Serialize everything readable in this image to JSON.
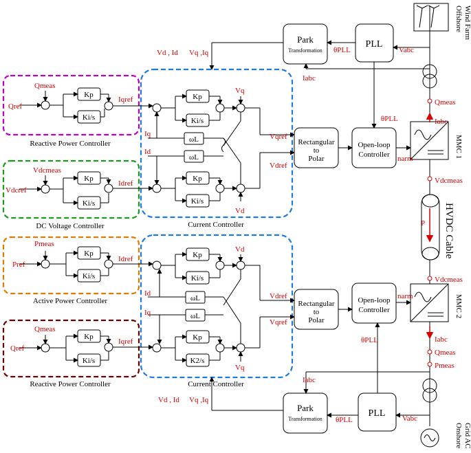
{
  "colors": {
    "magenta": "#c000c0",
    "green": "#1a9a1a",
    "orange": "#e07b00",
    "maroon": "#6b0000",
    "blue": "#1f7ae0",
    "signal_red": "#d60000"
  },
  "top_ctrl": {
    "reactive": {
      "title": "Reactive Power Controller",
      "ref": "Qref",
      "meas": "Qmeas",
      "out": "Iqref"
    },
    "dc": {
      "title": "DC Voltage Controller",
      "ref": "Vdcref",
      "meas": "Vdcmeas",
      "out": "Idref"
    },
    "current": {
      "title": "Current Controller"
    }
  },
  "bottom_ctrl": {
    "active": {
      "title": "Active Power Controller",
      "ref": "Pref",
      "meas": "Pmeas",
      "out": "Idref"
    },
    "reactive": {
      "title": "Reactive Power Controller",
      "ref": "Qref",
      "meas": "Qmeas",
      "out": "Iqref"
    },
    "current": {
      "title": "Current Controller"
    }
  },
  "blocks": {
    "kp": "Kp",
    "ki_s": "Ki/s",
    "ki_s_alt": "K2/s",
    "wl": "ωL",
    "park": "Park",
    "park_sub": "Transformation",
    "pll": "PLL",
    "rect_polar": [
      "Rectangular",
      "to",
      "Polar"
    ],
    "open_loop": [
      "Open-loop",
      "Controller"
    ]
  },
  "signals": {
    "vd_id": "Vd , Id",
    "vq_iq": "Vq ,Iq",
    "theta_pll": "θPLL",
    "vabc": "Vabc",
    "iabc": "Iabc",
    "iq": "Iq",
    "id": "Id",
    "vq": "Vq",
    "vd": "Vd",
    "vqref": "Vqref",
    "vdref": "Vdref",
    "narm": "narm",
    "qmeas": "Qmeas",
    "pmeas": "Pmeas",
    "vdcmeas": "Vdcmeas",
    "p": "P"
  },
  "side": {
    "offshore": [
      "Offshore",
      "Wind Farm"
    ],
    "onshore": [
      "Onshore",
      "Grid AC"
    ],
    "mmc1": "MMC 1",
    "mmc2": "MMC 2",
    "hvdc": "HVDC Cable"
  }
}
